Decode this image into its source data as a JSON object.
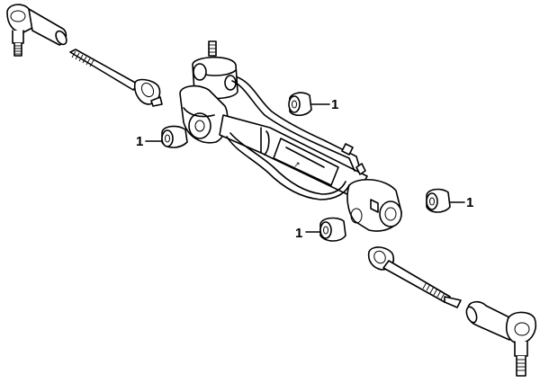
{
  "callouts": {
    "bushing_upper_right": "1",
    "bushing_upper_left": "1",
    "bushing_lower_right": "1",
    "bushing_lower_left": "1"
  },
  "colors": {
    "line": "#000000",
    "background": "#ffffff"
  }
}
